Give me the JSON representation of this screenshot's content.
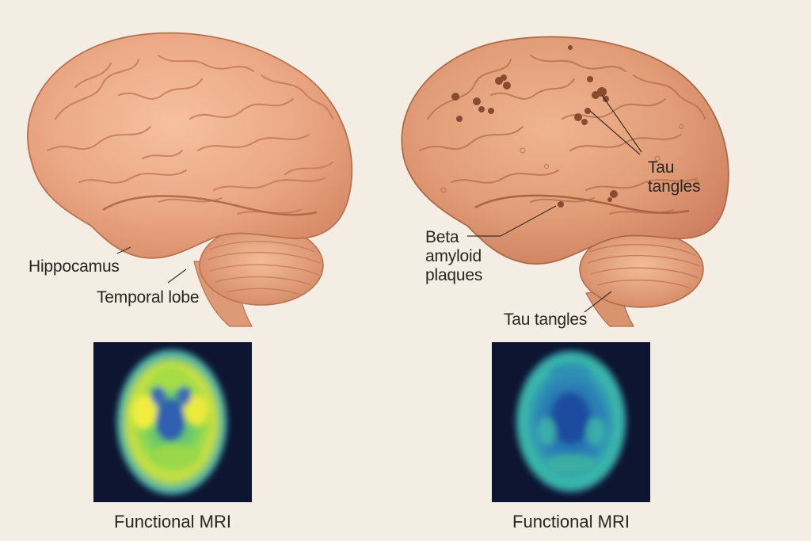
{
  "healthy_brain": {
    "labels": {
      "hippocampus": "Hippocamus",
      "temporal_lobe": "Temporal lobe"
    },
    "mri_caption": "Functional MRI"
  },
  "alzheimers_brain": {
    "labels": {
      "tau_tangles_upper": [
        "Tau",
        "tangles"
      ],
      "beta_amyloid": [
        "Beta",
        "amyloid",
        "plaques"
      ],
      "tau_tangles_lower": "Tau tangles"
    },
    "mri_caption": "Functional MRI"
  },
  "colors": {
    "background": "#f4ede4",
    "brain_fill": "#e9a883",
    "brain_dark": "#c9805d",
    "plaque": "#8a4a32",
    "scan_bg": "#0d1530",
    "healthy_scan_hot": "#e5e640",
    "diseased_scan": "#2fa8b6"
  }
}
